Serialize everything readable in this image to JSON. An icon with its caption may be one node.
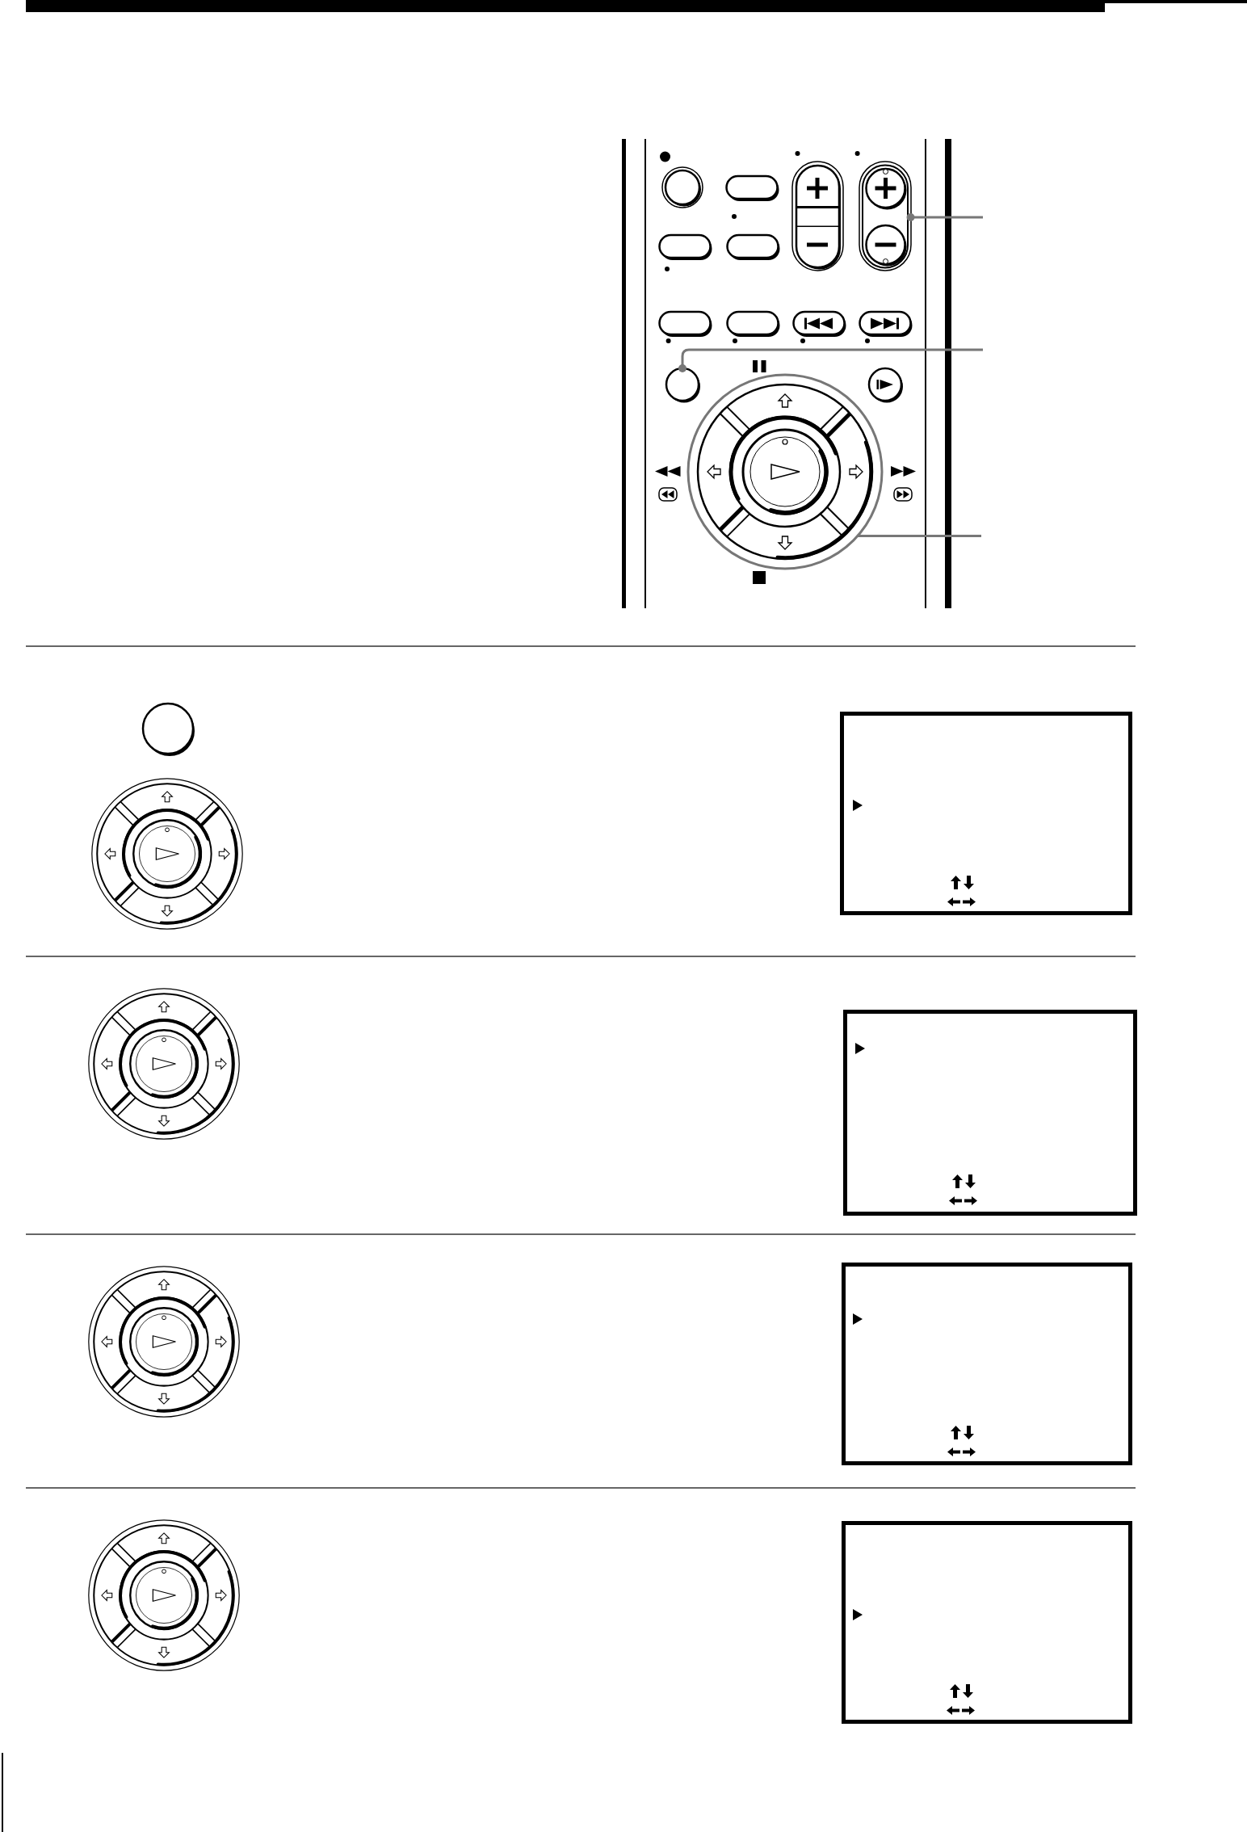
{
  "diagram": {
    "nodes": [
      {
        "text": [],
        "shape": "box"
      },
      {
        "text": [],
        "shape": "circle"
      },
      {
        "text": [],
        "shape": "circle"
      }
    ],
    "edges": [
      {
        "from": null,
        "to": 0,
        "arrow": "other"
      },
      {
        "from": null,
        "to": 1,
        "arrow": "other"
      },
      {
        "from": null,
        "to": 2,
        "arrow": "none"
      }
    ]
  }
}
